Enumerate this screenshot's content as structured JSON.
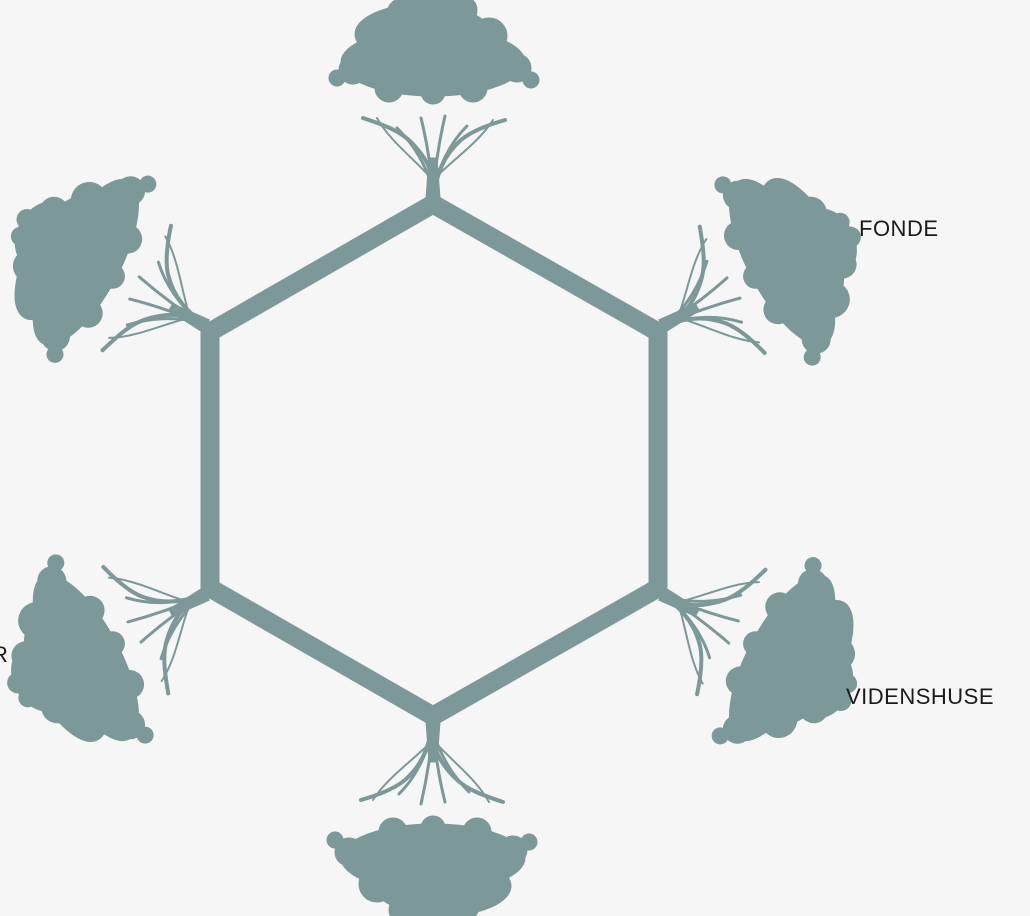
{
  "colors": {
    "background": "#f6f6f6",
    "tree": "#7d9898",
    "text": "#1a1a1a"
  },
  "labels": {
    "fonde": "FONDE",
    "videnshuse": "VIDENSHUSE",
    "left_cut": "R"
  },
  "icons": {
    "tree_top": "tree-icon",
    "tree_upper_right": "tree-icon",
    "tree_lower_right": "tree-icon",
    "tree_bottom": "tree-icon",
    "tree_lower_left": "tree-icon",
    "tree_upper_left": "tree-icon"
  }
}
